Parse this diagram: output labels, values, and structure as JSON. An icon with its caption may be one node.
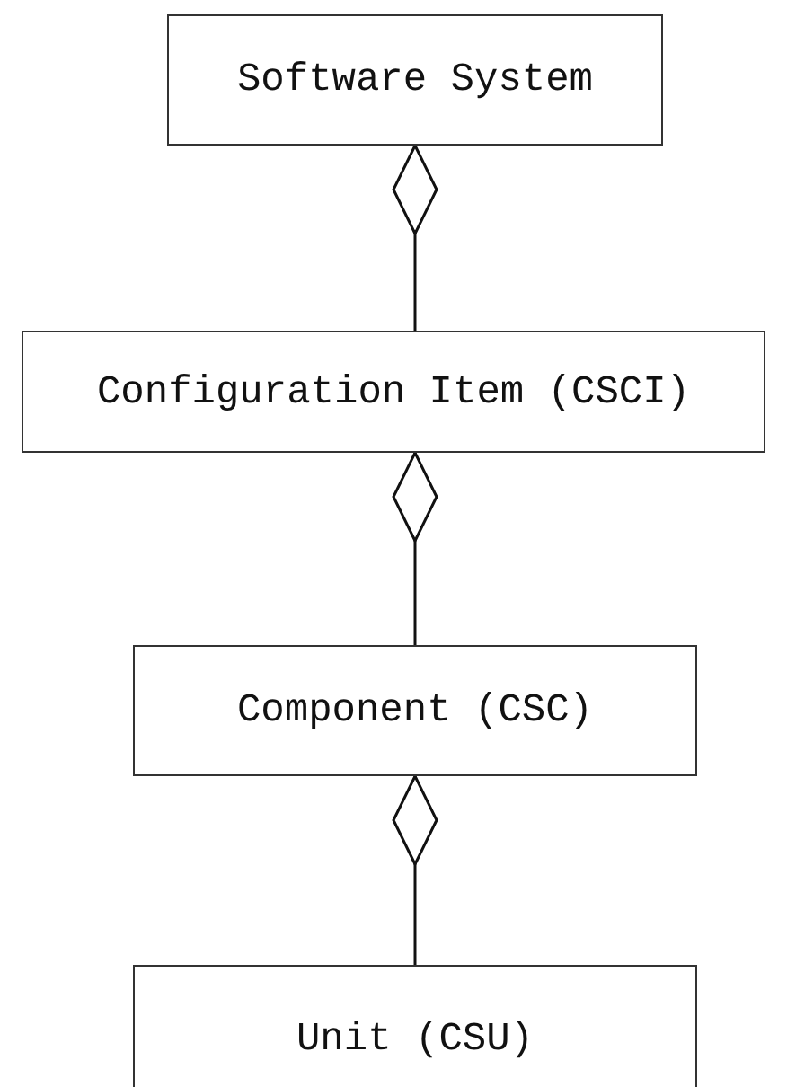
{
  "diagram": {
    "nodes": [
      {
        "text": [
          "Software System"
        ]
      },
      {
        "text": [
          "Configuration Item (CSCI)"
        ]
      },
      {
        "text": [
          "Component (CSC)"
        ]
      },
      {
        "text": [
          "Unit (CSU)"
        ]
      }
    ],
    "edges": [
      {
        "from": 1,
        "to": 0,
        "arrow": "other"
      },
      {
        "from": 2,
        "to": 1,
        "arrow": "other"
      },
      {
        "from": 3,
        "to": 2,
        "arrow": "other"
      }
    ]
  }
}
